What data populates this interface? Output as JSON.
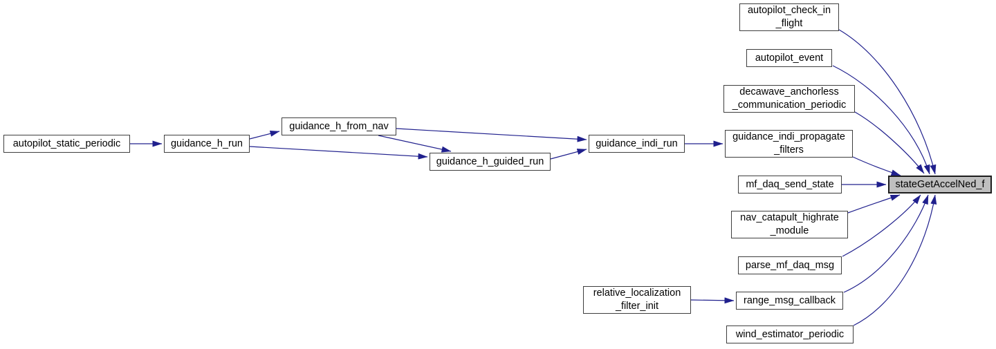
{
  "graph": {
    "kind": "doxygen-caller-graph",
    "highlighted_node": "stateGetAccelNed_f",
    "colors": {
      "background": "#ffffff",
      "edge": "#20208d",
      "node_fill": "#ffffff",
      "node_border": "#3d3d3d",
      "highlight_fill": "#bfbfbf"
    }
  },
  "nodes": {
    "autopilot_static_periodic": {
      "label": "autopilot_static_periodic"
    },
    "guidance_h_run": {
      "label": "guidance_h_run"
    },
    "guidance_h_from_nav": {
      "label": "guidance_h_from_nav"
    },
    "guidance_h_guided_run": {
      "label": "guidance_h_guided_run"
    },
    "guidance_indi_run": {
      "label": "guidance_indi_run"
    },
    "relative_localization_filter_init": {
      "label": "relative_localization\n_filter_init"
    },
    "autopilot_check_in_flight": {
      "label": "autopilot_check_in\n_flight"
    },
    "autopilot_event": {
      "label": "autopilot_event"
    },
    "decawave_anchorless_communication_periodic": {
      "label": "decawave_anchorless\n_communication_periodic"
    },
    "guidance_indi_propagate_filters": {
      "label": "guidance_indi_propagate\n_filters"
    },
    "mf_daq_send_state": {
      "label": "mf_daq_send_state"
    },
    "nav_catapult_highrate_module": {
      "label": "nav_catapult_highrate\n_module"
    },
    "parse_mf_daq_msg": {
      "label": "parse_mf_daq_msg"
    },
    "range_msg_callback": {
      "label": "range_msg_callback"
    },
    "wind_estimator_periodic": {
      "label": "wind_estimator_periodic"
    },
    "stateGetAccelNed_f": {
      "label": "stateGetAccelNed_f"
    }
  },
  "edges": [
    {
      "from": "autopilot_static_periodic",
      "to": "guidance_h_run"
    },
    {
      "from": "guidance_h_run",
      "to": "guidance_h_from_nav"
    },
    {
      "from": "guidance_h_run",
      "to": "guidance_h_guided_run"
    },
    {
      "from": "guidance_h_from_nav",
      "to": "guidance_indi_run"
    },
    {
      "from": "guidance_h_from_nav",
      "to": "guidance_h_guided_run"
    },
    {
      "from": "guidance_h_guided_run",
      "to": "guidance_indi_run"
    },
    {
      "from": "guidance_indi_run",
      "to": "guidance_indi_propagate_filters"
    },
    {
      "from": "relative_localization_filter_init",
      "to": "range_msg_callback"
    },
    {
      "from": "autopilot_check_in_flight",
      "to": "stateGetAccelNed_f"
    },
    {
      "from": "autopilot_event",
      "to": "stateGetAccelNed_f"
    },
    {
      "from": "decawave_anchorless_communication_periodic",
      "to": "stateGetAccelNed_f"
    },
    {
      "from": "guidance_indi_propagate_filters",
      "to": "stateGetAccelNed_f"
    },
    {
      "from": "mf_daq_send_state",
      "to": "stateGetAccelNed_f"
    },
    {
      "from": "nav_catapult_highrate_module",
      "to": "stateGetAccelNed_f"
    },
    {
      "from": "parse_mf_daq_msg",
      "to": "stateGetAccelNed_f"
    },
    {
      "from": "range_msg_callback",
      "to": "stateGetAccelNed_f"
    },
    {
      "from": "wind_estimator_periodic",
      "to": "stateGetAccelNed_f"
    }
  ]
}
